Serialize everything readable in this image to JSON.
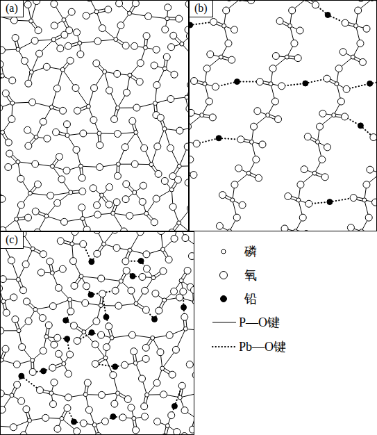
{
  "diagram": {
    "nodes": [
      {
        "text": [
          "(a)"
        ]
      },
      {
        "text": [
          "(b)"
        ]
      },
      {
        "text": [
          "(c)"
        ]
      }
    ],
    "legend": [
      {
        "text": "磷"
      },
      {
        "text": "氧"
      },
      {
        "text": "铅"
      },
      {
        "text": "P—O键"
      },
      {
        "text": "Pb—O键"
      }
    ]
  }
}
